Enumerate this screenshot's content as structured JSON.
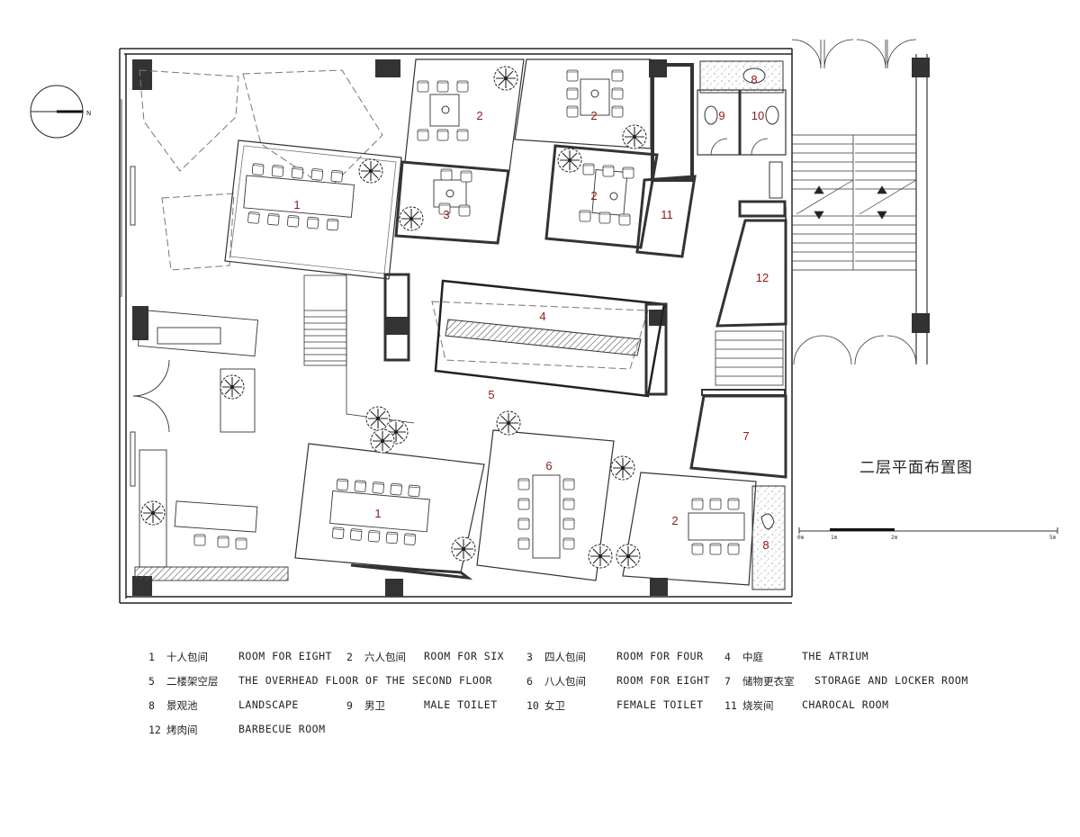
{
  "plan_title": "二层平面布置图",
  "north_label": "N",
  "scale_labels": [
    "0m",
    "1m",
    "2m",
    "5m"
  ],
  "room_labels": [
    {
      "id": "r1a",
      "num": "1"
    },
    {
      "id": "r2a",
      "num": "2"
    },
    {
      "id": "r2b",
      "num": "2"
    },
    {
      "id": "r2c",
      "num": "2"
    },
    {
      "id": "r3",
      "num": "3"
    },
    {
      "id": "r4",
      "num": "4"
    },
    {
      "id": "r5",
      "num": "5"
    },
    {
      "id": "r1b",
      "num": "1"
    },
    {
      "id": "r6",
      "num": "6"
    },
    {
      "id": "r2d",
      "num": "2"
    },
    {
      "id": "r7",
      "num": "7"
    },
    {
      "id": "r8a",
      "num": "8"
    },
    {
      "id": "r8b",
      "num": "8"
    },
    {
      "id": "r9",
      "num": "9"
    },
    {
      "id": "r10",
      "num": "10"
    },
    {
      "id": "r11",
      "num": "11"
    },
    {
      "id": "r12",
      "num": "12"
    }
  ],
  "legend": [
    [
      {
        "num": "1",
        "cn": "十人包间",
        "en": "ROOM FOR EIGHT"
      },
      {
        "num": "2",
        "cn": "六人包间",
        "en": "ROOM FOR SIX"
      },
      {
        "num": "3",
        "cn": "四人包间",
        "en": "ROOM FOR FOUR"
      },
      {
        "num": "4",
        "cn": "中庭",
        "en": "THE ATRIUM"
      }
    ],
    [
      {
        "num": "5",
        "cn": "二楼架空层",
        "en": "THE OVERHEAD FLOOR OF THE SECOND FLOOR"
      },
      {
        "num": "6",
        "cn": "八人包间",
        "en": "ROOM FOR EIGHT"
      },
      {
        "num": "7",
        "cn": "储物更衣室",
        "en": "STORAGE AND LOCKER ROOM"
      }
    ],
    [
      {
        "num": "8",
        "cn": "景观池",
        "en": "LANDSCAPE"
      },
      {
        "num": "9",
        "cn": "男卫",
        "en": "MALE TOILET"
      },
      {
        "num": "10",
        "cn": "女卫",
        "en": "FEMALE TOILET"
      },
      {
        "num": "11",
        "cn": "烧炭间",
        "en": "CHAROCAL ROOM"
      }
    ],
    [
      {
        "num": "12",
        "cn": "烤肉间",
        "en": "BARBECUE ROOM"
      }
    ]
  ]
}
